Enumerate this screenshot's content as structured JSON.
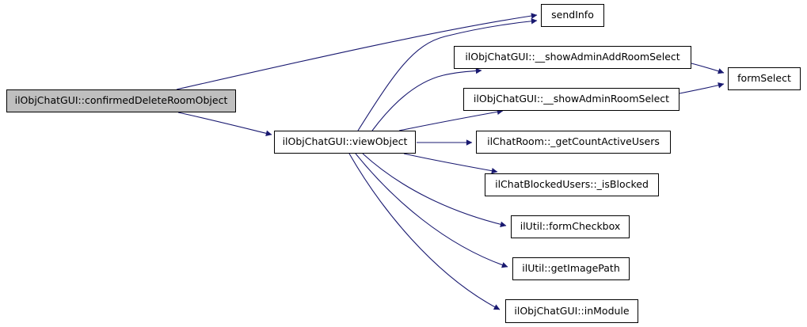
{
  "diagram": {
    "type": "call-graph",
    "background_color": "#ffffff",
    "edge_color": "#191970",
    "node_border_color": "#000000",
    "node_fill_color": "#ffffff",
    "highlighted_node_fill_color": "#bfbfbf",
    "nodes": [
      {
        "label": "ilObjChatGUI::confirmedDeleteRoomObject",
        "highlighted": true
      },
      {
        "label": "ilObjChatGUI::viewObject",
        "highlighted": false
      },
      {
        "label": "sendInfo",
        "highlighted": false
      },
      {
        "label": "ilObjChatGUI::__showAdminAddRoomSelect",
        "highlighted": false
      },
      {
        "label": "ilObjChatGUI::__showAdminRoomSelect",
        "highlighted": false
      },
      {
        "label": "ilChatRoom::_getCountActiveUsers",
        "highlighted": false
      },
      {
        "label": "ilChatBlockedUsers::_isBlocked",
        "highlighted": false
      },
      {
        "label": "ilUtil::formCheckbox",
        "highlighted": false
      },
      {
        "label": "ilUtil::getImagePath",
        "highlighted": false
      },
      {
        "label": "ilObjChatGUI::inModule",
        "highlighted": false
      },
      {
        "label": "formSelect",
        "highlighted": false
      }
    ],
    "edges": [
      {
        "from": "ilObjChatGUI::confirmedDeleteRoomObject",
        "to": "sendInfo"
      },
      {
        "from": "ilObjChatGUI::confirmedDeleteRoomObject",
        "to": "ilObjChatGUI::viewObject"
      },
      {
        "from": "ilObjChatGUI::viewObject",
        "to": "sendInfo"
      },
      {
        "from": "ilObjChatGUI::viewObject",
        "to": "ilObjChatGUI::__showAdminAddRoomSelect"
      },
      {
        "from": "ilObjChatGUI::viewObject",
        "to": "ilObjChatGUI::__showAdminRoomSelect"
      },
      {
        "from": "ilObjChatGUI::viewObject",
        "to": "ilChatRoom::_getCountActiveUsers"
      },
      {
        "from": "ilObjChatGUI::viewObject",
        "to": "ilChatBlockedUsers::_isBlocked"
      },
      {
        "from": "ilObjChatGUI::viewObject",
        "to": "ilUtil::formCheckbox"
      },
      {
        "from": "ilObjChatGUI::viewObject",
        "to": "ilUtil::getImagePath"
      },
      {
        "from": "ilObjChatGUI::viewObject",
        "to": "ilObjChatGUI::inModule"
      },
      {
        "from": "ilObjChatGUI::__showAdminAddRoomSelect",
        "to": "formSelect"
      },
      {
        "from": "ilObjChatGUI::__showAdminRoomSelect",
        "to": "formSelect"
      }
    ]
  }
}
